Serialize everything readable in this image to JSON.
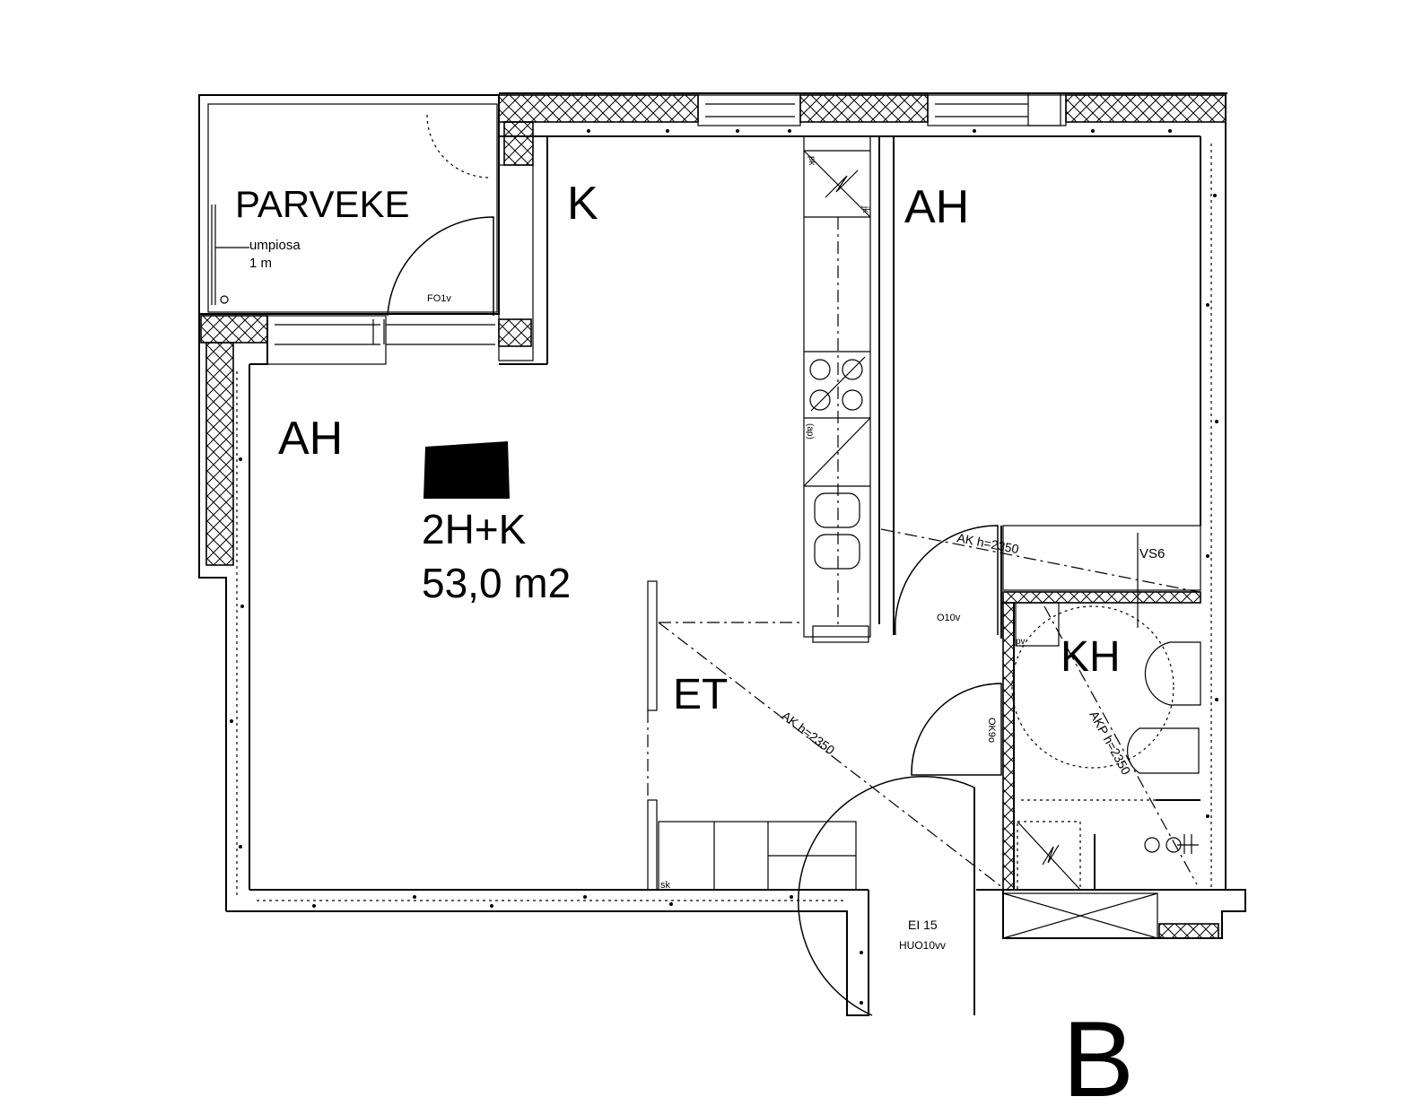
{
  "labels": {
    "parveke": "PARVEKE",
    "umpiosa_line1": "umpiosa",
    "umpiosa_line2": "1 m",
    "balcony_door_code": "FO1v",
    "kitchen": "K",
    "living_left": "AH",
    "bedroom": "AH",
    "apartment_type": "2H+K",
    "apartment_area": "53,0 m2",
    "entrance": "ET",
    "bathroom": "KH",
    "closet_code_vs6": "VS6",
    "bedroom_door_code": "O10v",
    "bathroom_door_code": "OK9o",
    "entry_door_line1": "EI 15",
    "entry_door_line2": "HUO10vv",
    "skylight_ak_top": "AK h=2350",
    "skylight_ak_middle": "AK h=2350",
    "skylight_akp": "AKP h=2350",
    "pk": "pk",
    "jk": "jk",
    "ap": "(ap)",
    "pv": "pv",
    "sk": "sk",
    "block": "B"
  }
}
